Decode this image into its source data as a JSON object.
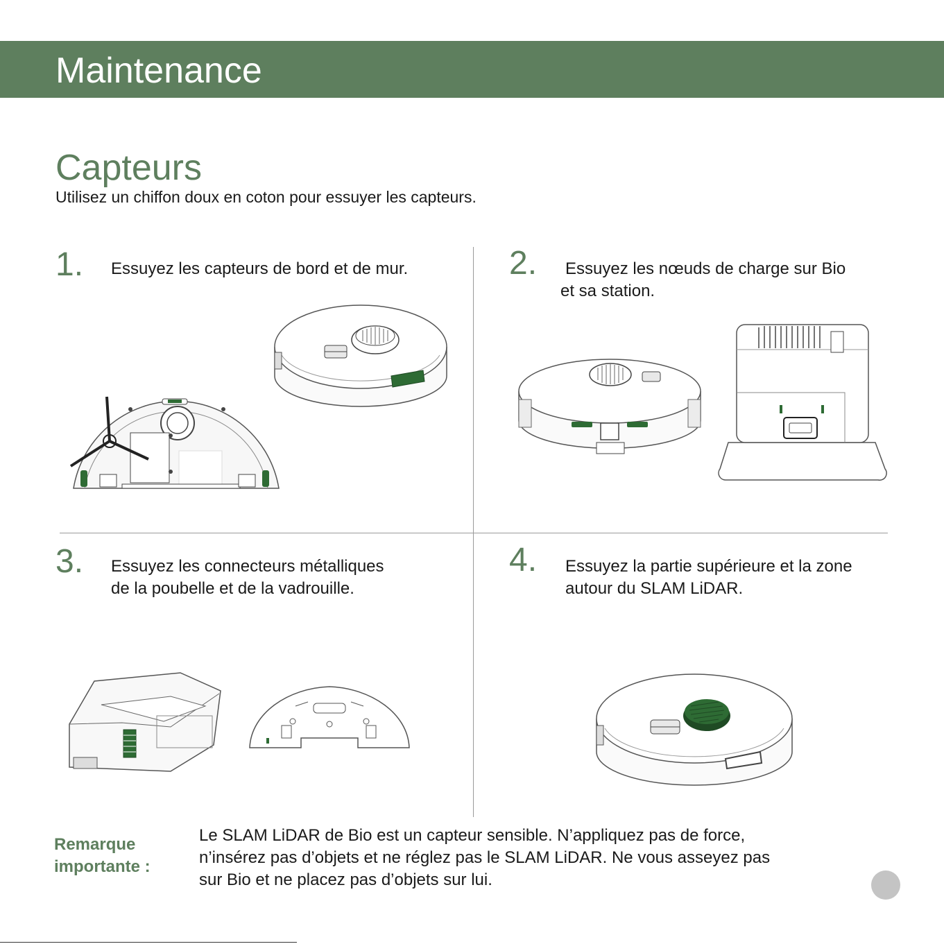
{
  "header": {
    "title": "Maintenance"
  },
  "section": {
    "title": "Capteurs",
    "subtitle": "Utilisez un chiffon doux en coton pour essuyer les capteurs."
  },
  "steps": [
    {
      "number": "1.",
      "lines": [
        "Essuyez les capteurs de bord et de mur."
      ]
    },
    {
      "number": "2.",
      "lines": [
        "Essuyez les nœuds de charge sur Bio",
        "et sa station."
      ]
    },
    {
      "number": "3.",
      "lines": [
        "Essuyez les connecteurs métalliques",
        "de la poubelle et de la vadrouille."
      ]
    },
    {
      "number": "4.",
      "lines": [
        "Essuyez la partie supérieure et la zone",
        "autour du SLAM LiDAR."
      ]
    }
  ],
  "note": {
    "label_lines": [
      "Remarque",
      "importante :"
    ],
    "text_lines": [
      "Le SLAM LiDAR de Bio est un capteur sensible. N’appliquez pas de force,",
      "n’insérez pas d’objets et ne réglez pas le SLAM LiDAR. Ne vous asseyez pas",
      "sur Bio et ne placez pas d’objets sur lui."
    ]
  },
  "colors": {
    "accent": "#5e7f5e",
    "sensor_green": "#2e6b34",
    "divider": "#9a9a9a"
  }
}
